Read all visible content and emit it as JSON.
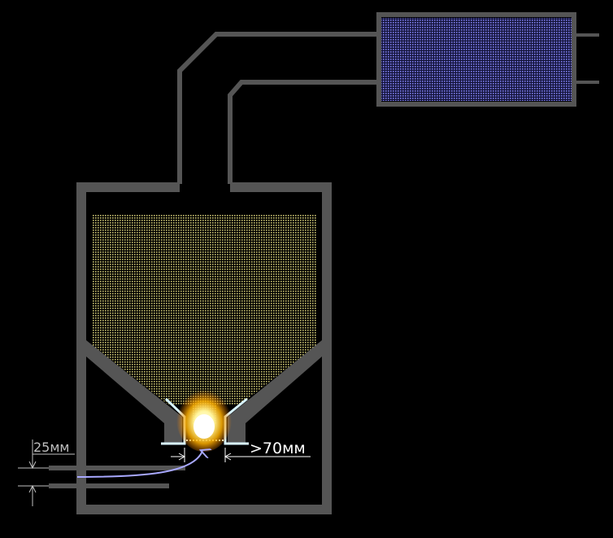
{
  "colors": {
    "background": "#000000",
    "wall": "#555555",
    "fuel_fill": "#c8c070",
    "water_fill": "#6a6ad8",
    "nozzle_edge": "#d8f4ff",
    "flame_core": "#ffffff",
    "flame_glow": "#ffd000",
    "air_flow": "#a8a8ff",
    "dimension_line": "#bfbfbf",
    "dimension_accent": "#ffffff"
  },
  "labels": {
    "pipe_gap_dimension": "25мм",
    "nozzle_clearance_dimension": ">70мм"
  },
  "components": {
    "hopper": "hopper",
    "fuel_charge": "fuel-charge",
    "nozzle": "nozzle",
    "flame": "flame",
    "air_inlet_pipe": "air-inlet-pipe",
    "outlet_pipes": "outlet-pipes",
    "cooling_tank": "cooling-tank"
  }
}
